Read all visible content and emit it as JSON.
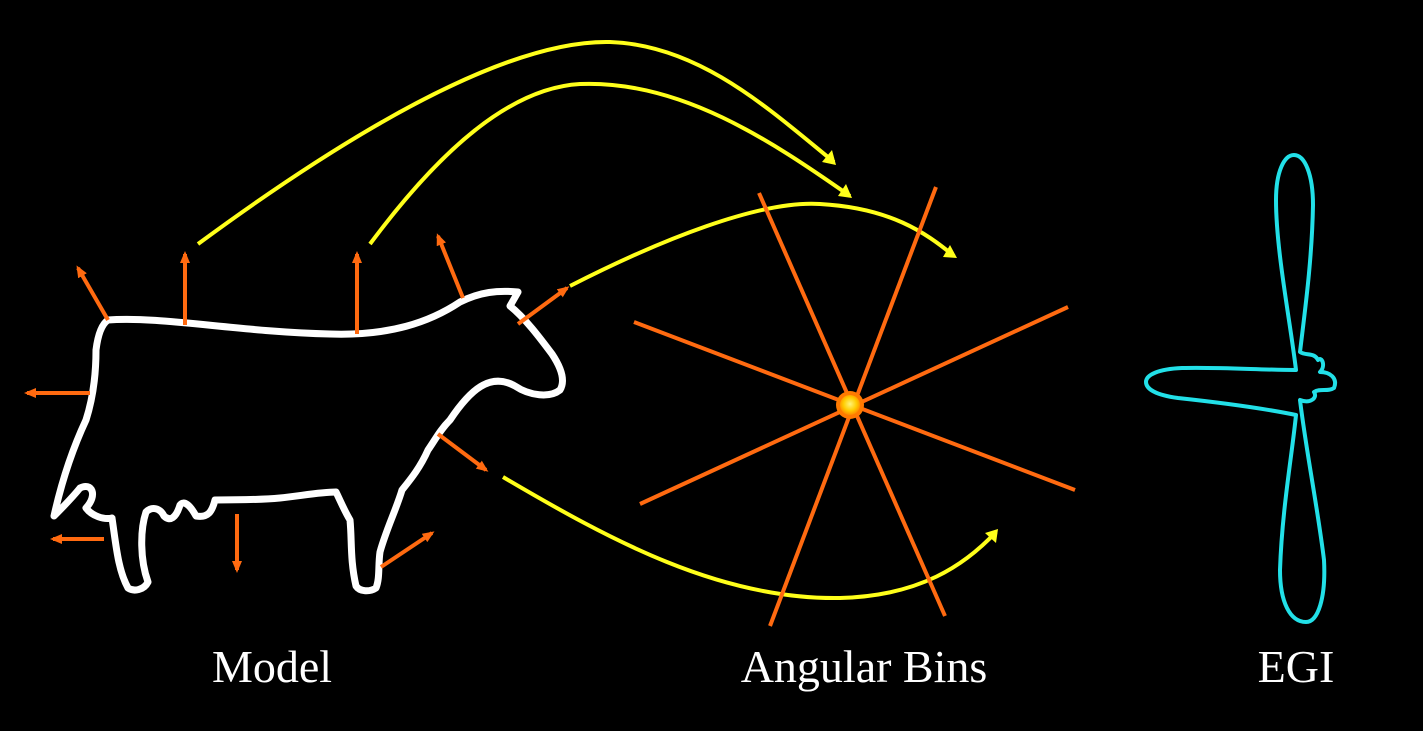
{
  "labels": {
    "model": "Model",
    "angular_bins": "Angular Bins",
    "egi": "EGI"
  },
  "colors": {
    "background": "#000000",
    "silhouette": "#ffffff",
    "normal_arrows": "#ff6a10",
    "bin_lines": "#ff6a10",
    "mapping_arrows": "#ffff1a",
    "center_dot": "#ffcc00",
    "egi_curve": "#22e0e8"
  },
  "icons": {
    "model": "cow-silhouette",
    "bins": "starburst-lines",
    "egi": "propeller-shape"
  }
}
